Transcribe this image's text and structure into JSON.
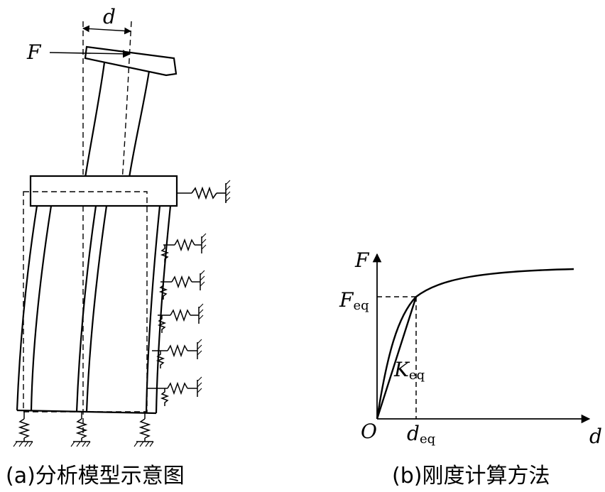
{
  "figure_a": {
    "label_force": "F",
    "label_displacement": "d",
    "caption": "(a)分析模型示意图"
  },
  "figure_b": {
    "axis_y_label": "F",
    "axis_x_label": "d",
    "origin_label": "O",
    "f_eq_main": "F",
    "f_eq_sub": "eq",
    "d_eq_main": "d",
    "d_eq_sub": "eq",
    "k_eq_main": "K",
    "k_eq_sub": "eq",
    "caption": "(b)刚度计算方法"
  }
}
